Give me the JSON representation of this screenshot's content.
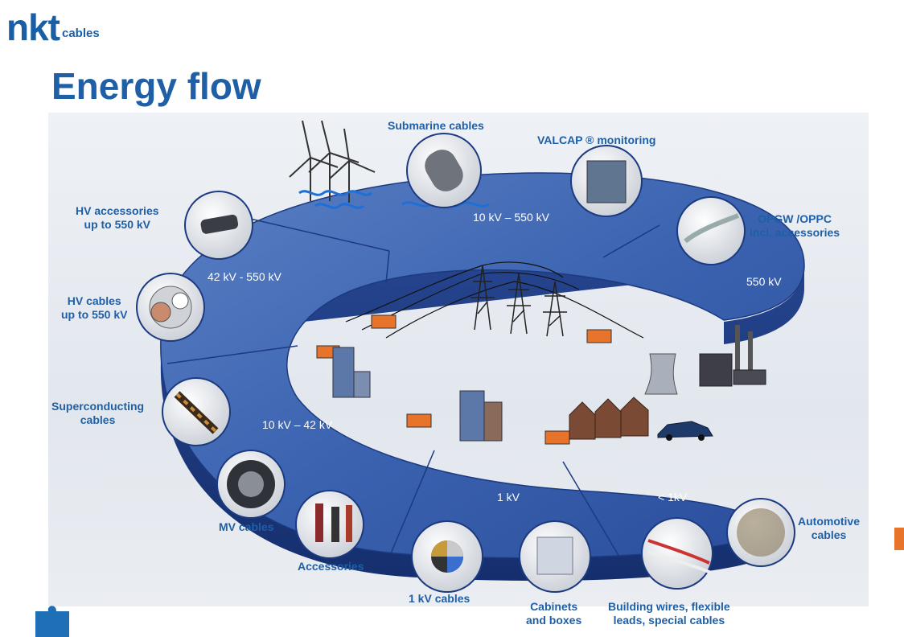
{
  "logo": {
    "brand": "nkt",
    "suffix": "cables"
  },
  "title": "Energy flow",
  "labels": {
    "submarine": "Submarine cables",
    "valcap": "VALCAP ® monitoring",
    "hv_accessories": "HV accessories\nup to 550 kV",
    "opgw": "OPGW /OPPC\nincl. accessories",
    "hv_cables": "HV cables\nup to 550 kV",
    "superconducting": "Superconducting\ncables",
    "mv_cables": "MV cables",
    "accessories": "Accessories",
    "kv1_cables": "1 kV cables",
    "cabinets": "Cabinets\nand boxes",
    "building_wires": "Building wires, flexible\nleads, special cables",
    "automotive": "Automotive\ncables"
  },
  "voltages": {
    "top": "10 kV – 550 kV",
    "left_upper": "42 kV - 550 kV",
    "right_upper": "550 kV",
    "left_lower": "10 kV – 42 kV",
    "bottom_mid": "1 kV",
    "bottom_right": "< 1kV"
  },
  "colors": {
    "brand_blue": "#1f5fa6",
    "ring_blue": "#2b4fa0",
    "ring_dark": "#1a3478",
    "accent_orange": "#e8732b"
  },
  "icons": [
    "wind-turbine-icon",
    "wave-icon",
    "pylon-icon",
    "factory-icon",
    "building-icon",
    "house-icon",
    "car-icon",
    "puzzle-icon"
  ]
}
